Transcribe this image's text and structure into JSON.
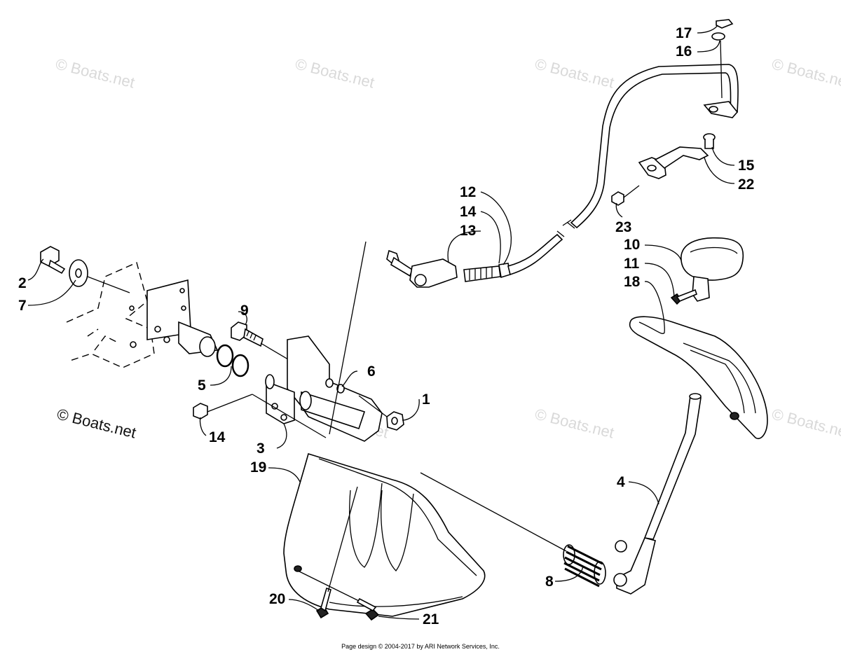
{
  "watermarks": [
    {
      "id": "wm1",
      "text": "© Boats.net"
    },
    {
      "id": "wm2",
      "text": "© Boats.net"
    },
    {
      "id": "wm3",
      "text": "© Boats.net"
    },
    {
      "id": "wm4",
      "text": "© Boats.net"
    },
    {
      "id": "wm5",
      "text": "© Boats.net"
    },
    {
      "id": "wm6",
      "text": "© Boats.net"
    },
    {
      "id": "wm7",
      "text": "© Boats.net"
    },
    {
      "id": "wm8",
      "text": "© Boats.net"
    }
  ],
  "callouts": {
    "c1": "1",
    "c2": "2",
    "c3": "3",
    "c4": "4",
    "c5": "5",
    "c6": "6",
    "c7": "7",
    "c8": "8",
    "c9": "9",
    "c10": "10",
    "c11": "11",
    "c12": "12",
    "c13": "13",
    "c14a": "14",
    "c14b": "14",
    "c15": "15",
    "c16": "16",
    "c17": "17",
    "c18": "18",
    "c19": "19",
    "c20": "20",
    "c21": "21",
    "c22": "22",
    "c23": "23"
  },
  "footer": "Page design © 2004-2017 by ARI Network Services, Inc."
}
